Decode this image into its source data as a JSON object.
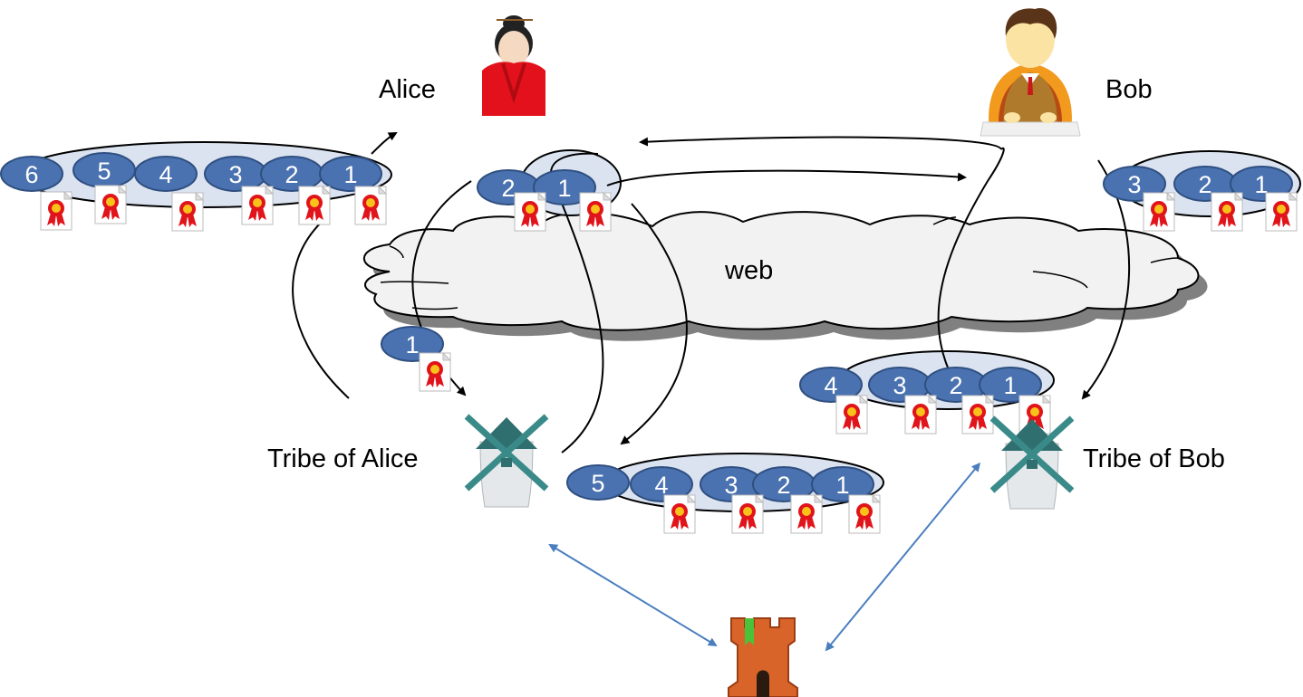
{
  "labels": {
    "alice": "Alice",
    "bob": "Bob",
    "tribe_alice": "Tribe of Alice",
    "tribe_bob": "Tribe of Bob",
    "web": "web"
  },
  "icons": {
    "alice": "person-woman-kimono-icon",
    "bob": "person-man-keyboard-icon",
    "tribe_alice": "windmill-icon",
    "tribe_bob": "windmill-icon",
    "castle": "castle-tower-icon",
    "certificate": "certificate-ribbon-icon",
    "cloud": "cloud-icon"
  },
  "colors": {
    "badge_fill": "#4a72b0",
    "badge_stroke": "#2f4f80",
    "chain_fill": "#dbe3f1",
    "cloud_fill": "#f2f2f2",
    "cloud_shadow": "#808080",
    "arrow_black": "#000000",
    "arrow_blue": "#4a7ebf"
  },
  "chains": {
    "alice_chain": [
      "6",
      "5",
      "4",
      "3",
      "2",
      "1"
    ],
    "top_middle_chain": [
      "2",
      "1"
    ],
    "bob_chain": [
      "3",
      "2",
      "1"
    ],
    "single_chain": [
      "1"
    ],
    "tribe_bob_chain": [
      "4",
      "3",
      "2",
      "1"
    ],
    "bottom_middle_chain": [
      "5",
      "4",
      "3",
      "2",
      "1"
    ]
  }
}
